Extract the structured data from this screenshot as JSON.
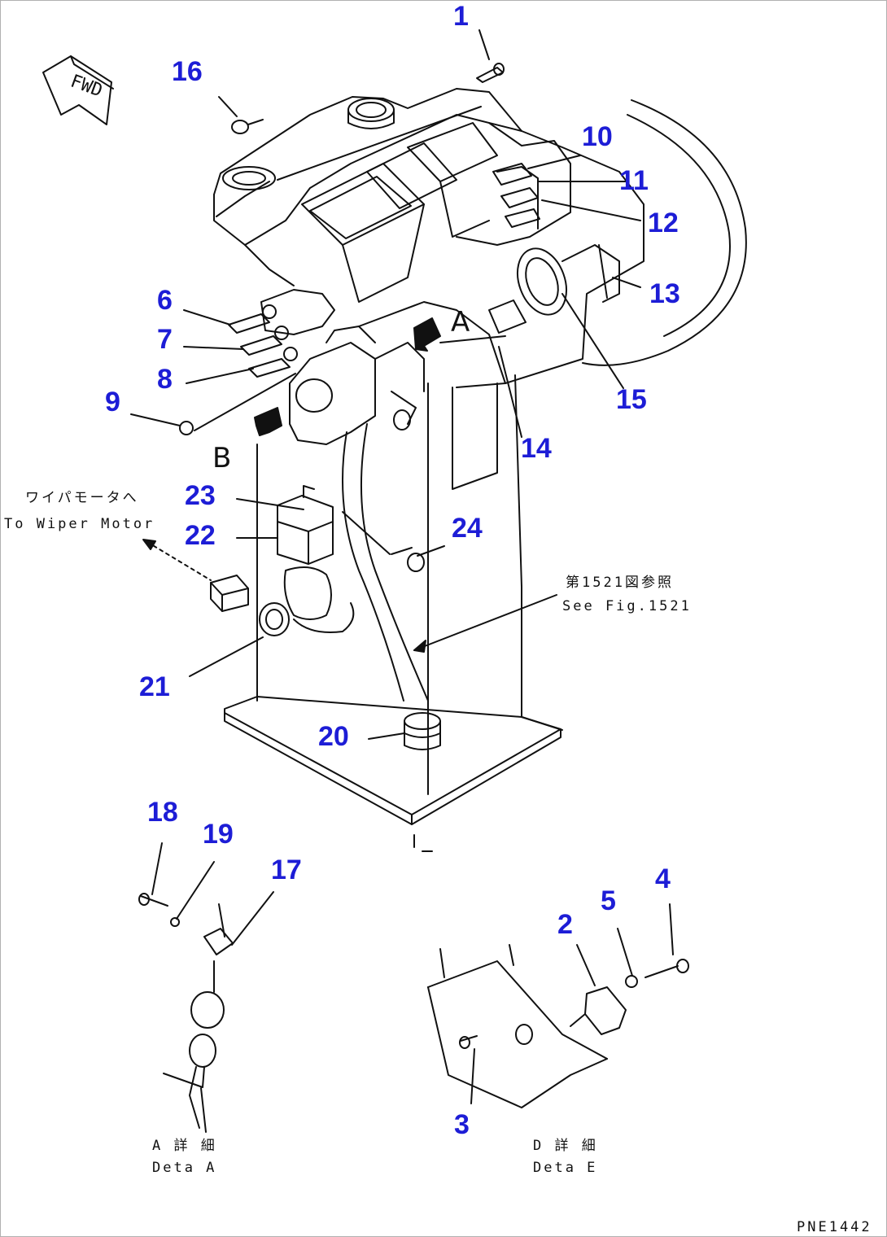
{
  "callouts": {
    "c1": "1",
    "c2": "2",
    "c3": "3",
    "c4": "4",
    "c5": "5",
    "c6": "6",
    "c7": "7",
    "c8": "8",
    "c9": "9",
    "c10": "10",
    "c11": "11",
    "c12": "12",
    "c13": "13",
    "c14": "14",
    "c15": "15",
    "c16": "16",
    "c17": "17",
    "c18": "18",
    "c19": "19",
    "c20": "20",
    "c21": "21",
    "c22": "22",
    "c23": "23",
    "c24": "24"
  },
  "views": {
    "a": "A",
    "b": "B"
  },
  "fwd_label": "FWD",
  "notes": {
    "wiper_jp": "ワイパモータへ",
    "wiper_en": "To Wiper Motor",
    "see_fig_jp": "第1521図参照",
    "see_fig_en": "See Fig.1521",
    "detail_a_jp": "A 詳 細",
    "detail_a_en": "Deta A",
    "detail_d_jp": "D 詳 細",
    "detail_d_en": "Deta E",
    "drawing_no": "PNE1442"
  },
  "colors": {
    "callout": "#1d1dd6",
    "line": "#111111"
  }
}
